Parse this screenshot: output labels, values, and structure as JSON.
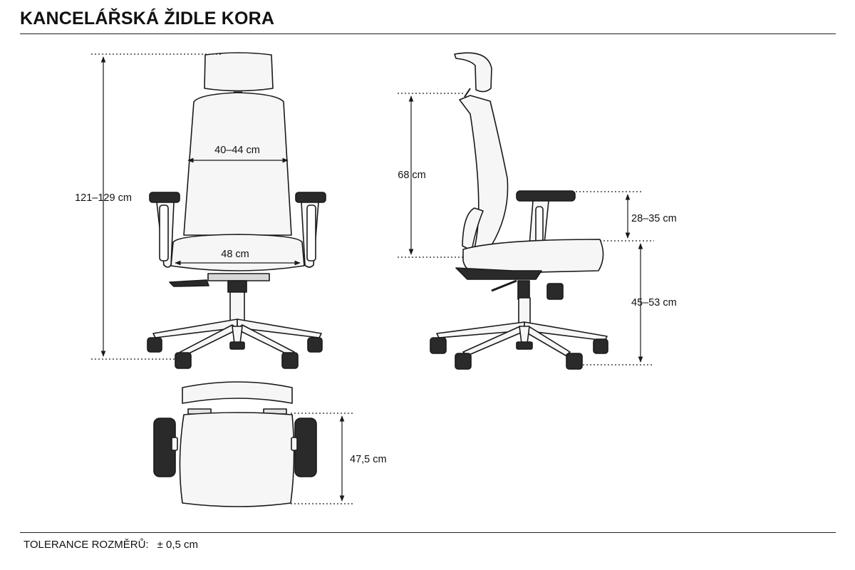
{
  "title": "KANCELÁŘSKÁ ŽIDLE KORA",
  "dimensions": {
    "total_height": "121–129 cm",
    "back_width": "40–44 cm",
    "seat_width": "48 cm",
    "back_height": "68 cm",
    "armrest_height": "28–35 cm",
    "seat_height": "45–53 cm",
    "seat_depth": "47,5 cm"
  },
  "footer": {
    "label": "TOLERANCE ROZMĚRŮ:",
    "value": "± 0,5 cm"
  },
  "colors": {
    "line": "#1a1a1a",
    "fill_light": "#f6f6f6",
    "fill_dark": "#2a2a2a"
  }
}
